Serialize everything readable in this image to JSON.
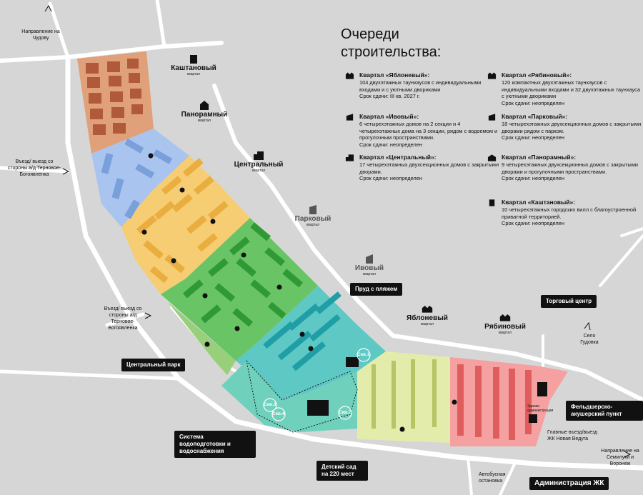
{
  "legend": {
    "title_line1": "Очереди",
    "title_line2": "строительства:",
    "items": [
      {
        "title": "Квартал «Яблоневый»:",
        "desc": "104 двухэтажных таунхаусов с индивидуальными входами и с уютными двориками",
        "deadline": "Срок сдачи: III кв. 2027 г."
      },
      {
        "title": "Квартал «Ивовый»:",
        "desc": "6 четырехэтажных домов на 2 секции и 4 четырехэтажных дома на 3 секции, рядом с водоемом и прогулочным пространствами.",
        "deadline": "Срок сдачи: неопределен"
      },
      {
        "title": "Квартал «Центральный»:",
        "desc": "17 четырехэтажных двухсекционных домов с закрытыми дворами.",
        "deadline": "Срок сдачи: неопределен"
      },
      {
        "title": "Квартал «Рябиновый»:",
        "desc": "120 компактных двухэтажных таунхаусов с индивидуальными входами и 32 двухэтажных таунхауса с уютными двориками",
        "deadline": "Срок сдачи: неопределен"
      },
      {
        "title": "Квартал «Парковый»:",
        "desc": "18 четырехэтажных двухсекционных домов с закрытыми дворами рядом с парком.",
        "deadline": "Срок сдачи: неопределен"
      },
      {
        "title": "Квартал «Панорамный»:",
        "desc": "9 четырехэтажных двухсекционных домов с закрытыми дворами и прогулочными пространствами.",
        "deadline": "Срок сдачи: неопределен"
      },
      {
        "title": "Квартал «Каштановый»:",
        "desc": "10 четырехэтажных городских вилл с благоустроенной приватной территорией.",
        "deadline": "Срок сдачи: неопределен"
      }
    ]
  },
  "quarters": [
    {
      "name": "Каштановый",
      "sub": "квартал"
    },
    {
      "name": "Панорамный",
      "sub": "квартал"
    },
    {
      "name": "Центральный",
      "sub": "квартал"
    },
    {
      "name": "Парковый",
      "sub": "квартал"
    },
    {
      "name": "Ивовый",
      "sub": "квартал"
    },
    {
      "name": "Яблоневый",
      "sub": "квартал"
    },
    {
      "name": "Рябиновый",
      "sub": "квартал"
    }
  ],
  "road_labels": {
    "chudovo": "Направление на Чудову",
    "entry_top": "Въезд/ выезд со стороны а/д Терновое-Богоявленка",
    "entry_mid": "Въезд/ выезд со стороны а/д Терновое-Богоявленка",
    "gudovka": "Село Гудовка",
    "semiluki": "Направление на Семилуки и Воронеж",
    "bus": "Автобусная остановка",
    "main_entry": "Главные въезд/выезд ЖК Новая Ведуга",
    "admin_building": "Здание администрации"
  },
  "callouts": {
    "pond": "Пруд с пляжем",
    "mall": "Торговый центр",
    "park": "Центральный парк",
    "water": "Система водоподготовки и водоснабжения",
    "kindergarten": "Детский сад на 220 мест",
    "medical": "Фельдшерско-акушерский пункт",
    "admin": "Администрация ЖК"
  },
  "wells": [
    "Скв.1",
    "Скв.2",
    "Скв.3",
    "Скв.4"
  ],
  "colors": {
    "background": "#d6d6d6",
    "road": "#ffffff",
    "kashtanovy": "#e0a07a",
    "panoramny": "#a9c4ee",
    "centralny": "#f6cd72",
    "parkovy": "#69c466",
    "ivovy": "#5ec8c4",
    "yablonevy": "#e3ecaa",
    "ryabinovy": "#f5a1a1",
    "teal_zone": "#6fd0bc",
    "callout": "#111111"
  }
}
